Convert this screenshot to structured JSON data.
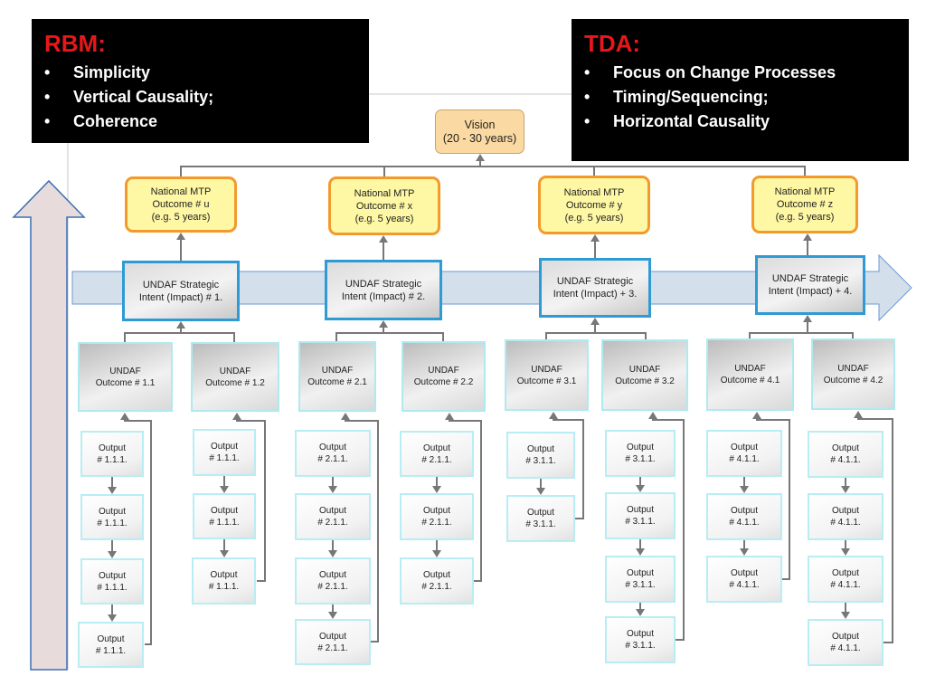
{
  "rbm": {
    "title": "RBM:",
    "items": [
      "Simplicity",
      "Vertical Causality;",
      "Coherence"
    ]
  },
  "tda": {
    "title": "TDA:",
    "items": [
      "Focus on Change Processes",
      "Timing/Sequencing;",
      "Horizontal Causality"
    ]
  },
  "vision": "Vision\n(20 - 30 years)",
  "mtp": [
    "National MTP\nOutcome # u\n(e.g. 5 years)",
    "National MTP\nOutcome # x\n(e.g. 5 years)",
    "National MTP\nOutcome # y\n(e.g. 5 years)",
    "National MTP\nOutcome # z\n(e.g. 5 years)"
  ],
  "impacts": [
    "UNDAF Strategic\nIntent (Impact) # 1.",
    "UNDAF Strategic\nIntent (Impact) # 2.",
    "UNDAF Strategic\nIntent (Impact) + 3.",
    "UNDAF Strategic\nIntent (Impact) + 4."
  ],
  "outcomes": [
    "UNDAF\nOutcome # 1.1",
    "UNDAF\nOutcome # 1.2",
    "UNDAF\nOutcome # 2.1",
    "UNDAF\nOutcome # 2.2",
    "UNDAF\nOutcome # 3.1",
    "UNDAF\nOutcome # 3.2",
    "UNDAF\nOutcome # 4.1",
    "UNDAF\nOutcome # 4.2"
  ],
  "outputs": [
    [
      "Output\n# 1.1.1.",
      "Output\n# 1.1.1.",
      "Output\n# 1.1.1.",
      "Output\n# 1.1.1."
    ],
    [
      "Output\n# 1.1.1.",
      "Output\n# 1.1.1.",
      "Output\n# 1.1.1."
    ],
    [
      "Output\n# 2.1.1.",
      "Output\n# 2.1.1.",
      "Output\n# 2.1.1.",
      "Output\n# 2.1.1."
    ],
    [
      "Output\n# 2.1.1.",
      "Output\n# 2.1.1.",
      "Output\n# 2.1.1."
    ],
    [
      "Output\n# 3.1.1.",
      "Output\n# 3.1.1."
    ],
    [
      "Output\n# 3.1.1.",
      "Output\n# 3.1.1.",
      "Output\n# 3.1.1.",
      "Output\n# 3.1.1."
    ],
    [
      "Output\n# 4.1.1.",
      "Output\n# 4.1.1.",
      "Output\n# 4.1.1."
    ],
    [
      "Output\n# 4.1.1.",
      "Output\n# 4.1.1.",
      "Output\n# 4.1.1.",
      "Output\n# 4.1.1."
    ]
  ],
  "colors": {
    "panel_bg": "#000000",
    "panel_title": "#e8171b",
    "mtp_fill": "#fef7a4",
    "mtp_border": "#f39a2d",
    "impact_border": "#2f9ad4",
    "band_fill": "#cfdcea",
    "vertical_arrow_fill": "#e7dbdb",
    "arrow_gray": "#6b6b6b"
  }
}
